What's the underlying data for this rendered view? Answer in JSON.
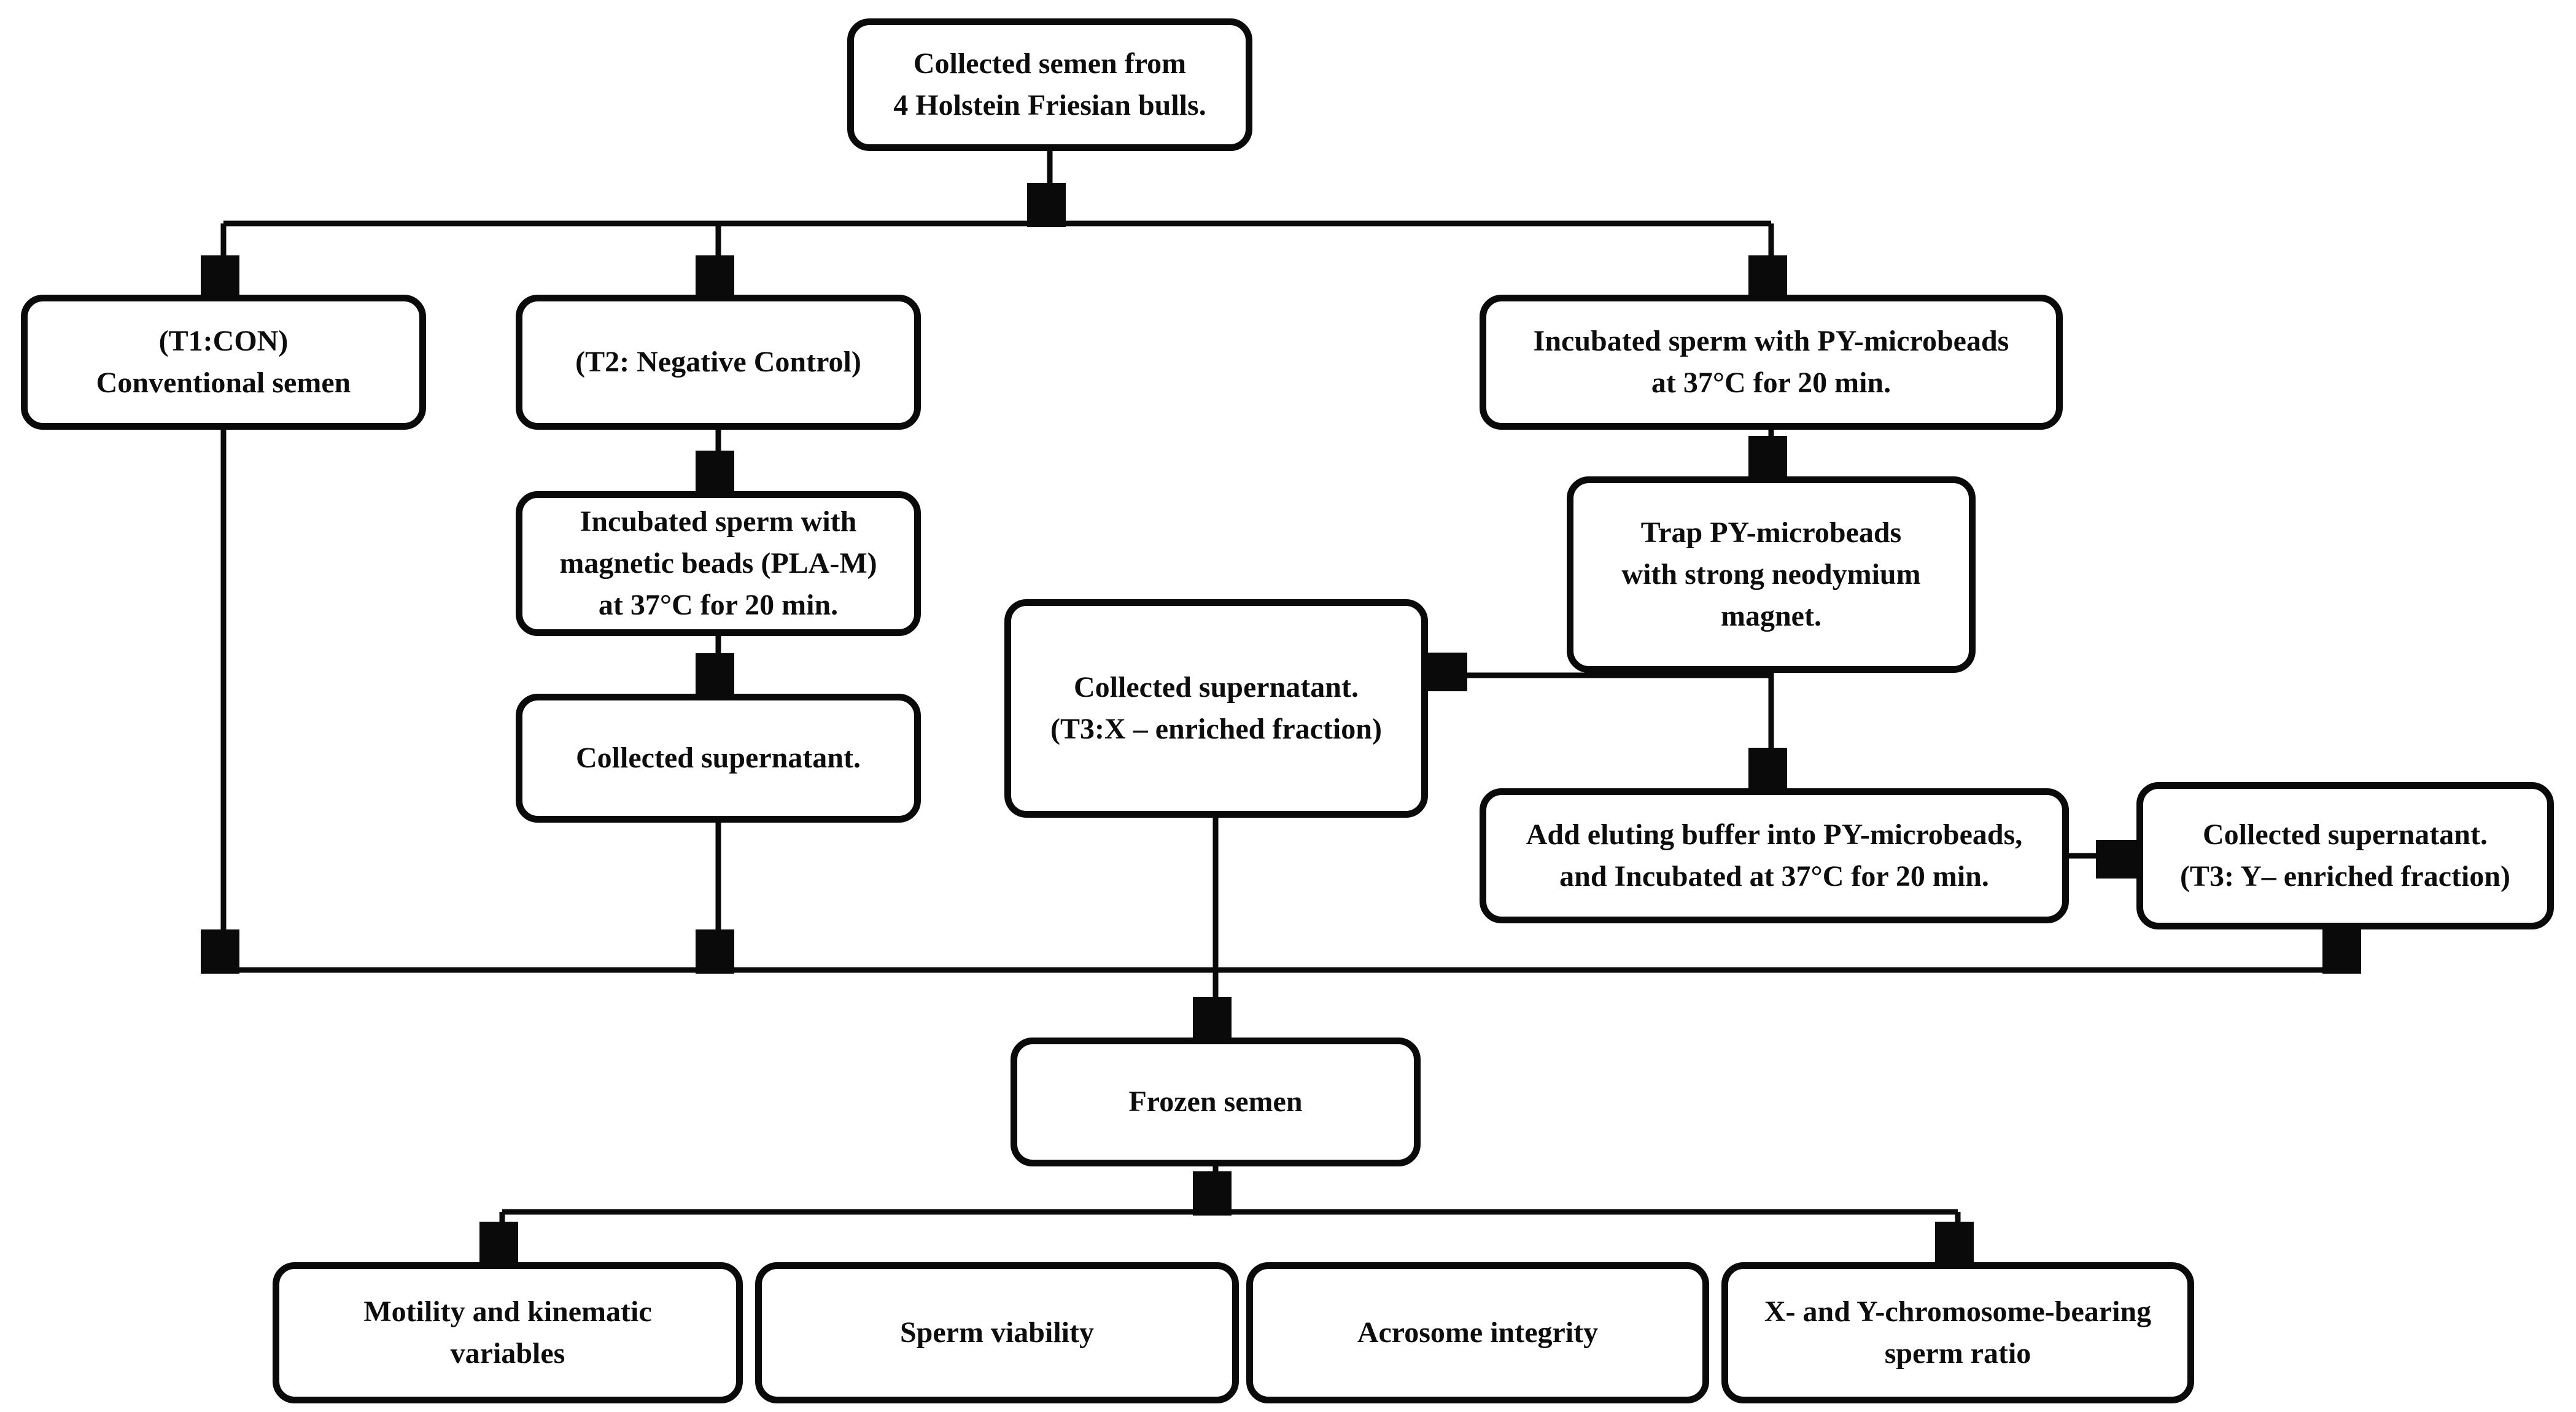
{
  "diagram": {
    "type": "flowchart",
    "colors": {
      "background": "#ffffff",
      "box_border": "#0a0a0a",
      "line": "#0a0a0a",
      "text": "#0d0d0d"
    },
    "nodes": {
      "collected_semen": {
        "label": "Collected semen from\n4 Holstein Friesian bulls."
      },
      "t1_con": {
        "label": "(T1:CON)\nConventional semen"
      },
      "t2_negative_control": {
        "label": "(T2: Negative Control)"
      },
      "incubated_py": {
        "label": "Incubated sperm with PY-microbeads\nat 37°C for 20 min."
      },
      "incubated_plam": {
        "label": "Incubated sperm with\nmagnetic beads (PLA-M)\nat 37°C for 20 min."
      },
      "trap_py": {
        "label": "Trap PY-microbeads\nwith strong neodymium\nmagnet."
      },
      "collected_supernatant_t3x": {
        "label": "Collected supernatant.\n(T3:X – enriched fraction)"
      },
      "collected_supernatant": {
        "label": "Collected supernatant."
      },
      "add_eluting_buffer": {
        "label": "Add eluting buffer into PY-microbeads,\nand Incubated at 37°C for 20 min."
      },
      "collected_supernatant_t3y": {
        "label": "Collected supernatant.\n(T3: Y– enriched fraction)"
      },
      "frozen_semen": {
        "label": "Frozen semen"
      },
      "motility": {
        "label": "Motility and kinematic\nvariables"
      },
      "sperm_viability": {
        "label": "Sperm viability"
      },
      "acrosome_integrity": {
        "label": "Acrosome integrity"
      },
      "xy_ratio": {
        "label": "X- and Y-chromosome-bearing\nsperm ratio"
      }
    },
    "edges": [
      {
        "from": "collected_semen",
        "to": "t1_con"
      },
      {
        "from": "collected_semen",
        "to": "t2_negative_control"
      },
      {
        "from": "collected_semen",
        "to": "incubated_py"
      },
      {
        "from": "t2_negative_control",
        "to": "incubated_plam"
      },
      {
        "from": "incubated_plam",
        "to": "collected_supernatant"
      },
      {
        "from": "incubated_py",
        "to": "trap_py"
      },
      {
        "from": "trap_py",
        "to": "collected_supernatant_t3x"
      },
      {
        "from": "trap_py",
        "to": "add_eluting_buffer"
      },
      {
        "from": "add_eluting_buffer",
        "to": "collected_supernatant_t3y"
      },
      {
        "from": "t1_con",
        "to": "frozen_semen"
      },
      {
        "from": "collected_supernatant",
        "to": "frozen_semen"
      },
      {
        "from": "collected_supernatant_t3x",
        "to": "frozen_semen"
      },
      {
        "from": "collected_supernatant_t3y",
        "to": "frozen_semen"
      },
      {
        "from": "frozen_semen",
        "to": "motility"
      },
      {
        "from": "frozen_semen",
        "to": "sperm_viability"
      },
      {
        "from": "frozen_semen",
        "to": "acrosome_integrity"
      },
      {
        "from": "frozen_semen",
        "to": "xy_ratio"
      }
    ]
  }
}
